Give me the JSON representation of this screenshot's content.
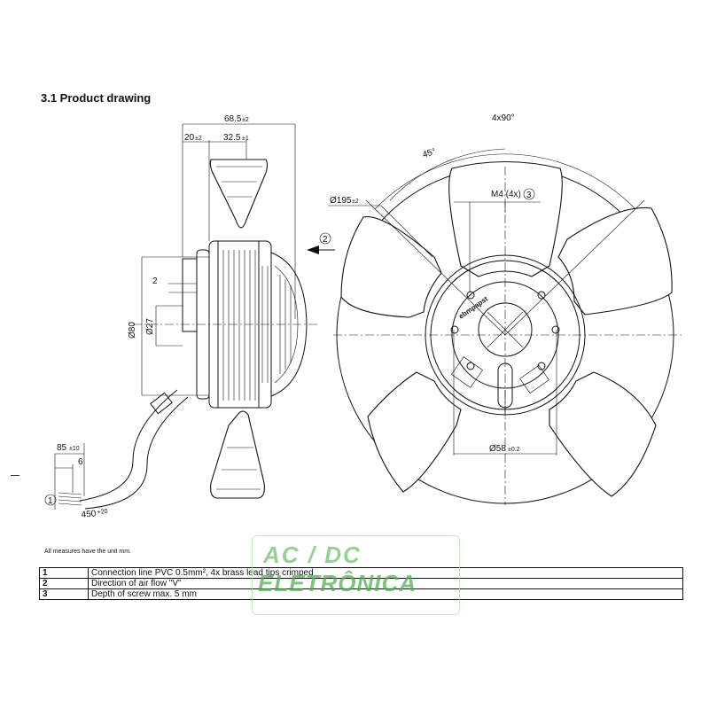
{
  "section_heading": "3.1 Product drawing",
  "side_view": {
    "dim_overall_width": "68.5",
    "dim_overall_width_tol": "±2",
    "dim_hub_offset": "20",
    "dim_hub_offset_tol": "±2",
    "dim_hub_width": "32.5",
    "dim_hub_width_tol": "±1",
    "dim_step": "2",
    "dim_diameter_80": "Ø80",
    "dim_diameter_27": "Ø27",
    "dim_lead_strip": "85",
    "dim_lead_strip_tol": "±10",
    "dim_lead_tip": "6",
    "dim_lead_length": "450",
    "dim_lead_length_tol": "+20",
    "callout_1": "1",
    "callout_2": "2"
  },
  "front_view": {
    "dim_angle_pitch": "4x90°",
    "dim_angle_offset": "45°",
    "dim_diameter_195": "Ø195",
    "dim_diameter_195_tol": "±2",
    "dim_screw": "M4 (4x)",
    "callout_3": "3",
    "dim_diameter_58": "Ø58",
    "dim_diameter_58_tol": "±0.2",
    "label_brand": "ebmpapst"
  },
  "note": "All measures have the unit mm.",
  "legend": [
    {
      "num": "1",
      "text": "Connection line PVC 0.5mm², 4x brass lead tips crimped"
    },
    {
      "num": "2",
      "text": "Direction of air flow \"V\""
    },
    {
      "num": "3",
      "text": "Depth of screw max. 5 mm"
    }
  ],
  "watermark": {
    "line1": "AC / DC",
    "line2": "ELETRÔNICA"
  },
  "colors": {
    "line": "#111111",
    "watermark": "#4eaa4e",
    "background": "#ffffff"
  }
}
